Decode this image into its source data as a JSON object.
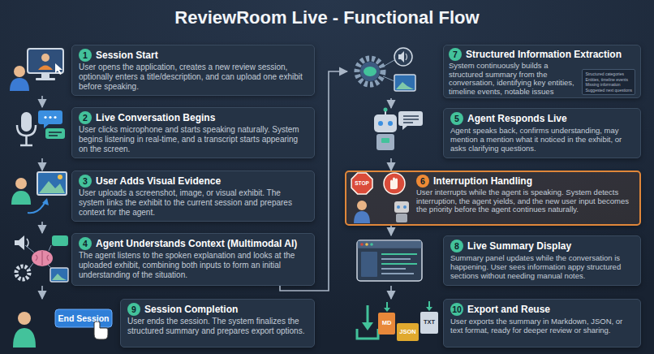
{
  "diagram": {
    "title": "ReviewRoom Live - Functional Flow",
    "nodes": [
      {
        "text": [
          "1",
          "Session Start",
          "User opens the application, creates a new review session, optionally enters a title/description, and can upload one exhibit before speaking."
        ]
      },
      {
        "text": [
          "2",
          "Live Conversation Begins",
          "User clicks microphone and starts speaking naturally. System begins listening in real-time, and a transcript starts appearing on the screen."
        ]
      },
      {
        "text": [
          "3",
          "User Adds Visual Evidence",
          "User uploads a screenshot, image, or visual exhibit. The system links the exhibit to the current session and prepares context for the agent."
        ]
      },
      {
        "text": [
          "4",
          "Agent Understands Context (Multimodal AI)",
          "The agent listens to the spoken explanation and looks at the uploaded exhibit, combining both inputs to form an initial understanding of the situation."
        ]
      },
      {
        "text": [
          "9",
          "Session Completion",
          "User ends the session. The system finalizes the structured summary and prepares export options."
        ]
      },
      {
        "text": [
          "7",
          "Structured Information Extraction",
          "System continuously builds a structured summary from the conversation, identifying key entities, timeline events, notable issues"
        ]
      },
      {
        "text": [
          "5",
          "Agent Responds Live",
          "Agent speaks back, confirms understanding, may mention a mention what it noticed in the exhibit, or asks clarifying questions."
        ]
      },
      {
        "text": [
          "6",
          "Interruption Handling",
          "User interrupts while the agent is speaking. System detects interruption, the agent yields, and the new user input becomes the priority before the agent continues naturally."
        ]
      },
      {
        "text": [
          "8",
          "Live Summary Display",
          "Summary panel updates while the conversation is happening. User sees information appy structured sections without needing manual notes."
        ]
      },
      {
        "text": [
          "10",
          "Export and Reuse",
          "User exports the summary in Markdown, JSON, or text format, ready for deeper review or sharing."
        ]
      }
    ],
    "edges": [
      {
        "from": 0,
        "to": 1,
        "arrow": "to"
      },
      {
        "from": 1,
        "to": 2,
        "arrow": "to"
      },
      {
        "from": 2,
        "to": 3,
        "arrow": "to"
      },
      {
        "from": 3,
        "to": 4,
        "arrow": "to"
      },
      {
        "from": 3,
        "to": 5,
        "arrow": "to"
      },
      {
        "from": 5,
        "to": 6,
        "arrow": "to"
      },
      {
        "from": 6,
        "to": 7,
        "arrow": "to"
      },
      {
        "from": 7,
        "to": 8,
        "arrow": "to"
      },
      {
        "from": 8,
        "to": 9,
        "arrow": "to"
      }
    ],
    "labels": [
      "End Session",
      "Structured categories",
      "Entities, timeline events",
      "Missing information",
      "Suggested next questions",
      "STOP",
      "MD",
      "JSON",
      "TXT"
    ]
  }
}
